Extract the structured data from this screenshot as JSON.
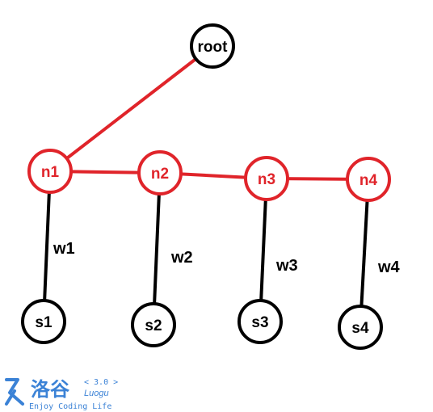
{
  "diagram": {
    "nodes": [
      {
        "id": "root",
        "label": "root",
        "color": "#000000"
      },
      {
        "id": "n1",
        "label": "n1",
        "color": "#e0242a"
      },
      {
        "id": "n2",
        "label": "n2",
        "color": "#e0242a"
      },
      {
        "id": "n3",
        "label": "n3",
        "color": "#e0242a"
      },
      {
        "id": "n4",
        "label": "n4",
        "color": "#e0242a"
      },
      {
        "id": "s1",
        "label": "s1",
        "color": "#000000"
      },
      {
        "id": "s2",
        "label": "s2",
        "color": "#000000"
      },
      {
        "id": "s3",
        "label": "s3",
        "color": "#000000"
      },
      {
        "id": "s4",
        "label": "s4",
        "color": "#000000"
      }
    ],
    "edges": [
      {
        "from": "root",
        "to": "n1",
        "color": "#e0242a",
        "label": ""
      },
      {
        "from": "n1",
        "to": "n2",
        "color": "#e0242a",
        "label": ""
      },
      {
        "from": "n2",
        "to": "n3",
        "color": "#e0242a",
        "label": ""
      },
      {
        "from": "n3",
        "to": "n4",
        "color": "#e0242a",
        "label": ""
      },
      {
        "from": "n1",
        "to": "s1",
        "color": "#000000",
        "label": "w1"
      },
      {
        "from": "n2",
        "to": "s2",
        "color": "#000000",
        "label": "w2"
      },
      {
        "from": "n3",
        "to": "s3",
        "color": "#000000",
        "label": "w3"
      },
      {
        "from": "n4",
        "to": "s4",
        "color": "#000000",
        "label": "w4"
      }
    ]
  },
  "watermark": {
    "brand_cn": "洛谷",
    "version": "< 3.0 >",
    "brand_en": "Luogu",
    "slogan": "Enjoy Coding Life",
    "color": "#3b82d6"
  }
}
